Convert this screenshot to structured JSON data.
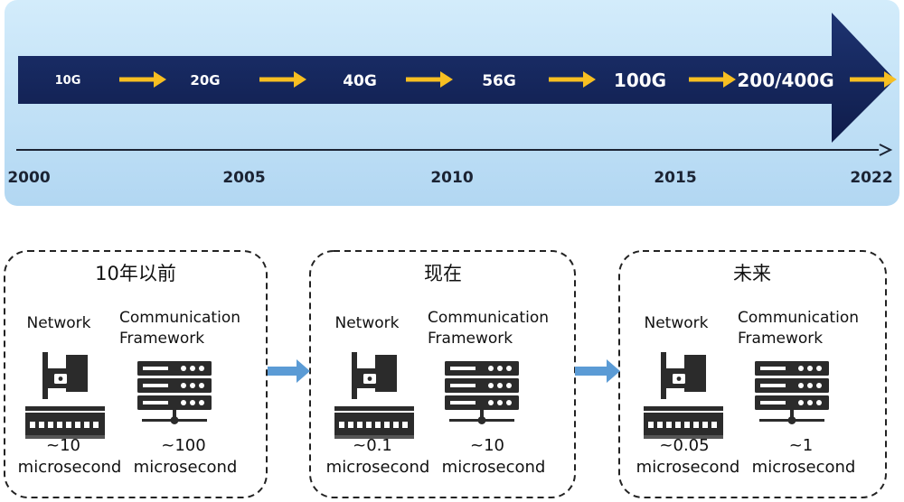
{
  "timeline": {
    "speeds": [
      "10G",
      "20G",
      "40G",
      "56G",
      "100G",
      "200/400G"
    ],
    "years": [
      "2000",
      "2005",
      "2010",
      "2015",
      "2022"
    ]
  },
  "stages": [
    {
      "title": "10年以前",
      "network": {
        "label": "Network",
        "value": "~10",
        "unit": "microsecond"
      },
      "framework": {
        "label_line1": "Communication",
        "label_line2": "Framework",
        "value": "~100",
        "unit": "microsecond"
      }
    },
    {
      "title": "现在",
      "network": {
        "label": "Network",
        "value": "~0.1",
        "unit": "microsecond"
      },
      "framework": {
        "label_line1": "Communication",
        "label_line2": "Framework",
        "value": "~10",
        "unit": "microsecond"
      }
    },
    {
      "title": "未来",
      "network": {
        "label": "Network",
        "value": "~0.05",
        "unit": "microsecond"
      },
      "framework": {
        "label_line1": "Communication",
        "label_line2": "Framework",
        "value": "~1",
        "unit": "microsecond"
      }
    }
  ],
  "colors": {
    "banner_bg": "#bfe0f6",
    "shaft": "#15265c",
    "connector_arrow": "#f7bf22",
    "timeline": "#1b2333",
    "stage_arrow": "#5b9bd5",
    "icon": "#2b2b2b"
  }
}
